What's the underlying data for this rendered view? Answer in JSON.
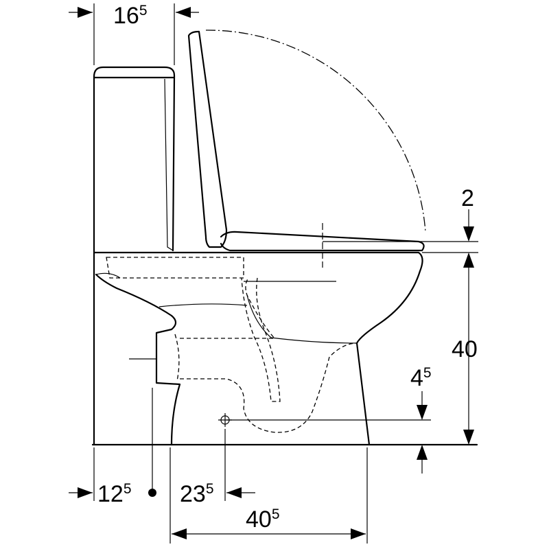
{
  "title": "Toilet side-view dimension drawing",
  "dimensions": {
    "cistern_depth": {
      "base": "16",
      "sup": "5"
    },
    "seat_thickness": {
      "base": "2",
      "sup": ""
    },
    "seat_height": {
      "base": "40",
      "sup": ""
    },
    "outlet_height": {
      "base": "4",
      "sup": "5"
    },
    "wall_to_inlet": {
      "base": "12",
      "sup": "5"
    },
    "inlet_to_outlet": {
      "base": "23",
      "sup": "5"
    },
    "total_depth": {
      "base": "40",
      "sup": "5"
    }
  }
}
